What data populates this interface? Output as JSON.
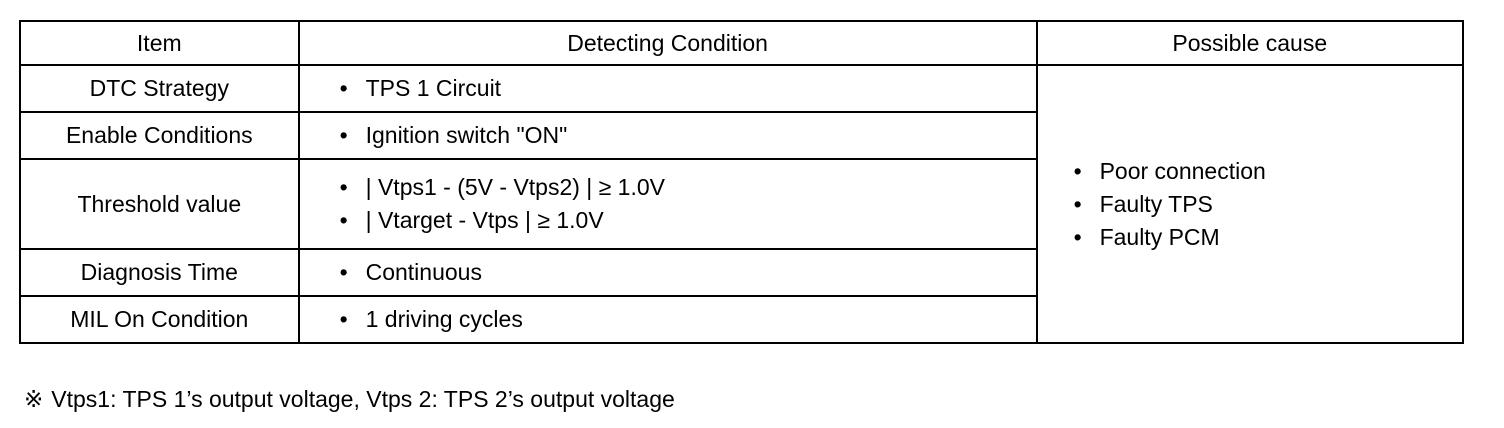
{
  "table": {
    "headers": {
      "item": "Item",
      "condition": "Detecting Condition",
      "cause": "Possible cause"
    },
    "rows": [
      {
        "item": "DTC Strategy",
        "conditions": [
          "TPS 1 Circuit"
        ]
      },
      {
        "item": "Enable Conditions",
        "conditions": [
          "Ignition switch \"ON\""
        ]
      },
      {
        "item": "Threshold value",
        "conditions": [
          "| Vtps1 - (5V - Vtps2) | ≥ 1.0V",
          "| Vtarget - Vtps | ≥ 1.0V"
        ]
      },
      {
        "item": "Diagnosis Time",
        "conditions": [
          "Continuous"
        ]
      },
      {
        "item": "MIL On Condition",
        "conditions": [
          "1 driving cycles"
        ]
      }
    ],
    "causes": [
      "Poor connection",
      "Faulty TPS",
      "Faulty PCM"
    ],
    "bullet": "•"
  },
  "footnote": {
    "mark": "※",
    "text": "Vtps1: TPS 1’s output voltage, Vtps 2: TPS 2’s output voltage"
  }
}
